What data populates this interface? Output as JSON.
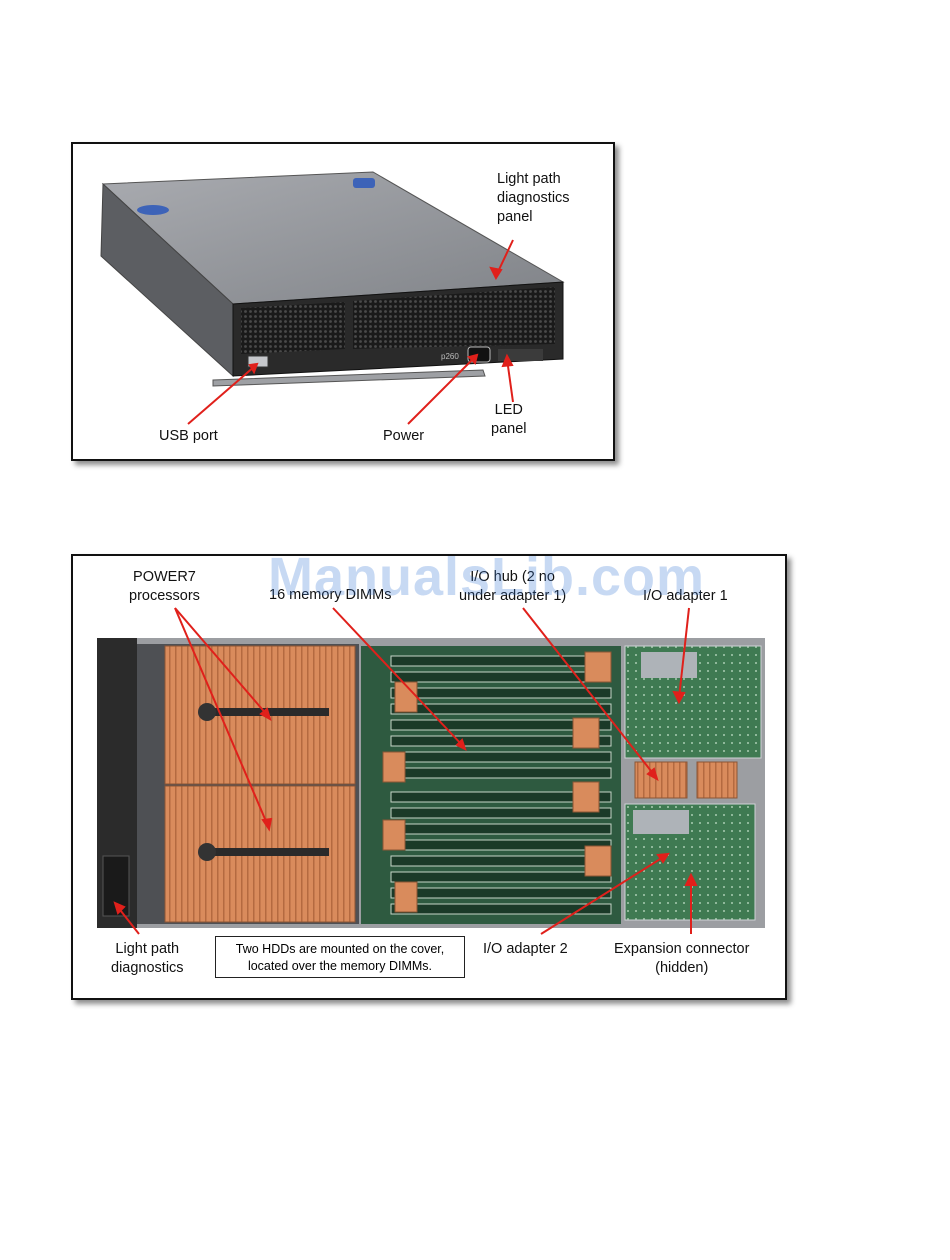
{
  "watermark": "ManualsLib.com",
  "figure1": {
    "labels": {
      "light_path_panel": "Light path\ndiagnostics\npanel",
      "usb_port": "USB port",
      "power": "Power",
      "led_panel": "LED\npanel",
      "bezel_text": "p260"
    }
  },
  "figure2": {
    "labels": {
      "processors": "POWER7\nprocessors",
      "memory": "16 memory DIMMs",
      "io_hub": "I/O hub (2 no\nunder adapter 1)",
      "io_adapter1": "I/O adapter 1",
      "light_path": "Light path\ndiagnostics",
      "io_adapter2": "I/O adapter 2",
      "expansion": "Expansion connector\n(hidden)"
    },
    "note": "Two HDDs are mounted on the cover,\nlocated over the memory DIMMs."
  },
  "colors": {
    "arrow": "#e0201b",
    "copper": "#d98b5c",
    "board": "#2e5a40",
    "chassis": "#6d6f73"
  }
}
